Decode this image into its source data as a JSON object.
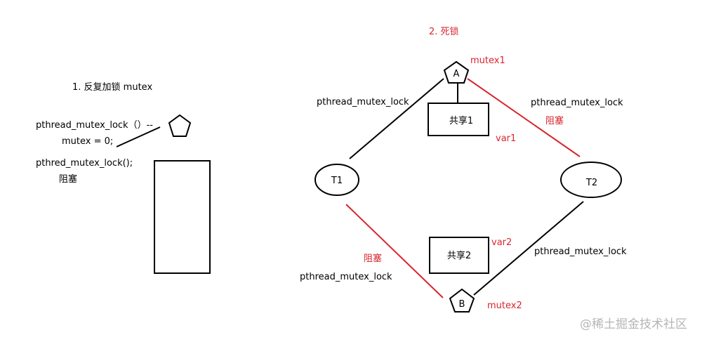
{
  "left": {
    "title": "1. 反复加锁 mutex",
    "line1": "pthread_mutex_lock（）--",
    "line2": "mutex = 0;",
    "line3": "pthred_mutex_lock();",
    "line4": "阻塞"
  },
  "right": {
    "title": "2. 死锁",
    "node_a": "A",
    "node_b": "B",
    "mutex1": "mutex1",
    "mutex2": "mutex2",
    "t1": "T1",
    "t2": "T2",
    "share1": "共享1",
    "share2": "共享2",
    "var1": "var1",
    "var2": "var2",
    "lock_t1_a": "pthread_mutex_lock",
    "lock_t2_a": "pthread_mutex_lock",
    "blocked_t2_a": "阻塞",
    "lock_t1_b": "pthread_mutex_lock",
    "blocked_t1_b": "阻塞",
    "lock_t2_b": "pthread_mutex_lock"
  },
  "watermark": "@稀土掘金技术社区",
  "colors": {
    "red": "#d7262e",
    "black": "#000000"
  }
}
